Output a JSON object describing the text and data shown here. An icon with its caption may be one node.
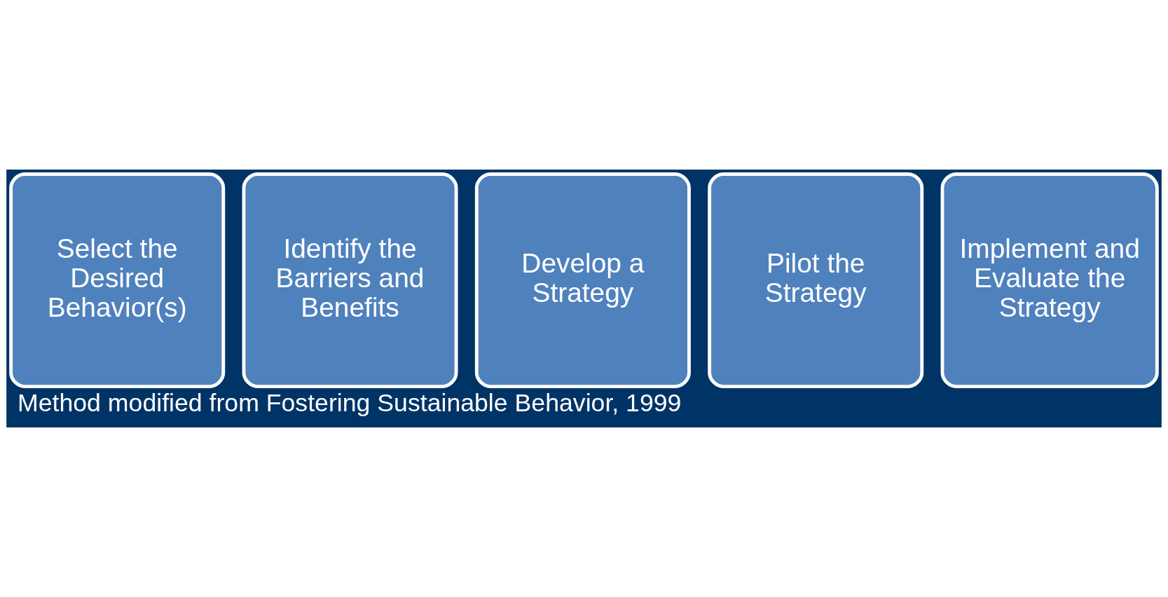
{
  "diagram": {
    "caption": "Method modified from Fostering Sustainable Behavior, 1999",
    "nodes": [
      {
        "text": [
          "Select the Desired Behavior(s)"
        ]
      },
      {
        "text": [
          "Identify the Barriers and Benefits"
        ]
      },
      {
        "text": [
          "Develop a Strategy"
        ]
      },
      {
        "text": [
          "Pilot the Strategy"
        ]
      },
      {
        "text": [
          "Implement and Evaluate the Strategy"
        ]
      }
    ],
    "edges": []
  }
}
